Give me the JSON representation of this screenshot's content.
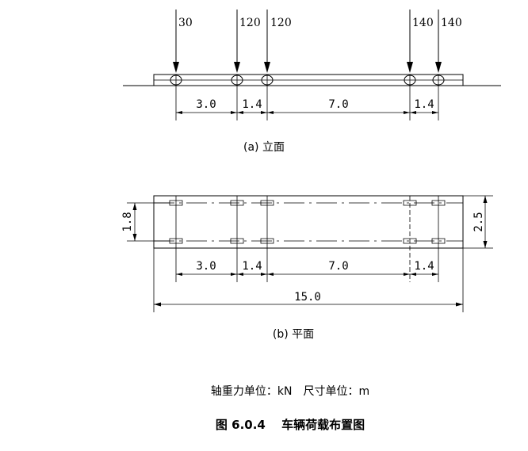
{
  "elevation": {
    "loads": [
      "30",
      "120",
      "120",
      "140",
      "140"
    ],
    "spacings": [
      "3.0",
      "1.4",
      "7.0",
      "1.4"
    ],
    "caption": "(a) 立面"
  },
  "plan": {
    "spacings": [
      "3.0",
      "1.4",
      "7.0",
      "1.4"
    ],
    "total_length": "15.0",
    "wheel_gauge": "1.8",
    "vehicle_width": "2.5",
    "caption": "(b) 平面"
  },
  "units_note": "轴重力单位：kN　尺寸单位：m",
  "figure_title": "图 6.0.4　 车辆荷载布置图"
}
